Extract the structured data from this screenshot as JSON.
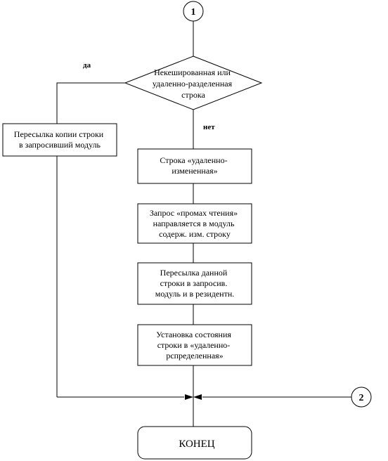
{
  "connectors": {
    "top": "1",
    "right": "2"
  },
  "decision": {
    "lines": [
      "Некешированная или",
      "удаленно-разделенная",
      "строка"
    ],
    "yes_label": "да",
    "no_label": "нет"
  },
  "yes_box": {
    "lines": [
      "Пересылка копии строки",
      "в запросивший модуль"
    ]
  },
  "steps": [
    {
      "lines": [
        "Строка «удаленно-",
        "измененная»"
      ]
    },
    {
      "lines": [
        "Запрос «промах чтения»",
        "направляется в модуль",
        "содерж. изм. строку"
      ]
    },
    {
      "lines": [
        "Пересылка данной",
        "строки в запросив.",
        "модуль и в резидентн."
      ]
    },
    {
      "lines": [
        "Установка состояния",
        "строки в «удаленно-",
        "рспределенная»"
      ]
    }
  ],
  "terminal": {
    "label": "КОНЕЦ"
  }
}
